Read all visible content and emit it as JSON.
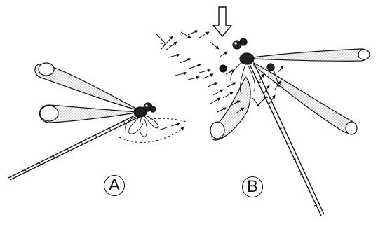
{
  "figure": {
    "panels": [
      {
        "id": "A",
        "label": "A",
        "subject": "damselfly-with-wing-flutter-traces"
      },
      {
        "id": "B",
        "label": "B",
        "subject": "damselfly-with-flight-vector-field"
      }
    ],
    "colors": {
      "ink": "#111111",
      "wing_stipple": "#8a8a8a",
      "paper": "#ffffff"
    },
    "icons": {
      "indicator": "down-arrow-icon"
    }
  }
}
